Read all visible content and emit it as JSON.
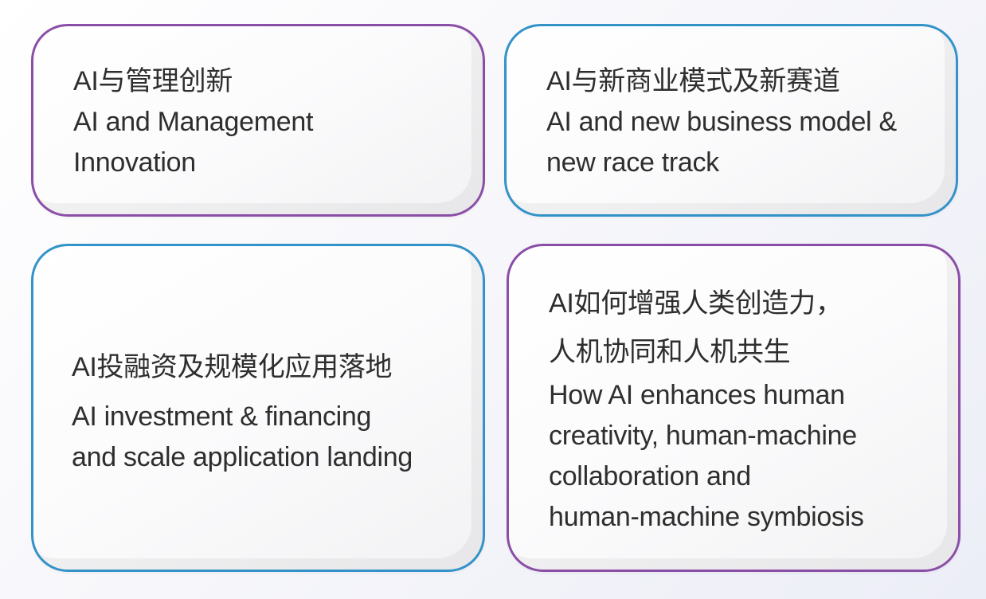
{
  "cards": [
    {
      "zh": "AI与管理创新",
      "en_lines": [
        "AI and Management",
        "Innovation"
      ]
    },
    {
      "zh": "AI与新商业模式及新赛道",
      "en_lines": [
        "AI and new business model &",
        "new race track"
      ]
    },
    {
      "zh": "AI投融资及规模化应用落地",
      "en_lines": [
        "AI investment & financing",
        "and scale application landing"
      ]
    },
    {
      "zh_lines": [
        "AI如何增强人类创造力，",
        "人机协同和人机共生"
      ],
      "en_lines": [
        "How AI enhances human",
        "creativity, human-machine",
        "collaboration and",
        "human-machine symbiosis"
      ]
    }
  ],
  "colors": {
    "purple_border": "#8a4ea6",
    "blue_border": "#3392c8",
    "text": "#2e2e2e"
  }
}
